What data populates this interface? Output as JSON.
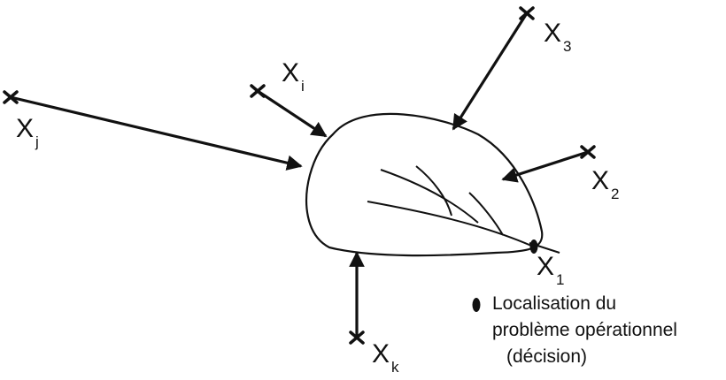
{
  "nodes": [
    {
      "id": "xj",
      "letter": "X",
      "sub": "j"
    },
    {
      "id": "xi",
      "letter": "X",
      "sub": "i"
    },
    {
      "id": "x3",
      "letter": "X",
      "sub": "3"
    },
    {
      "id": "x2",
      "letter": "X",
      "sub": "2"
    },
    {
      "id": "x1",
      "letter": "X",
      "sub": "1"
    },
    {
      "id": "xk",
      "letter": "X",
      "sub": "k"
    }
  ],
  "legend": {
    "line1": "Localisation du",
    "line2": "problème opérationnel",
    "line3": "(décision)"
  },
  "colors": {
    "ink": "#111111",
    "background": "#ffffff"
  }
}
